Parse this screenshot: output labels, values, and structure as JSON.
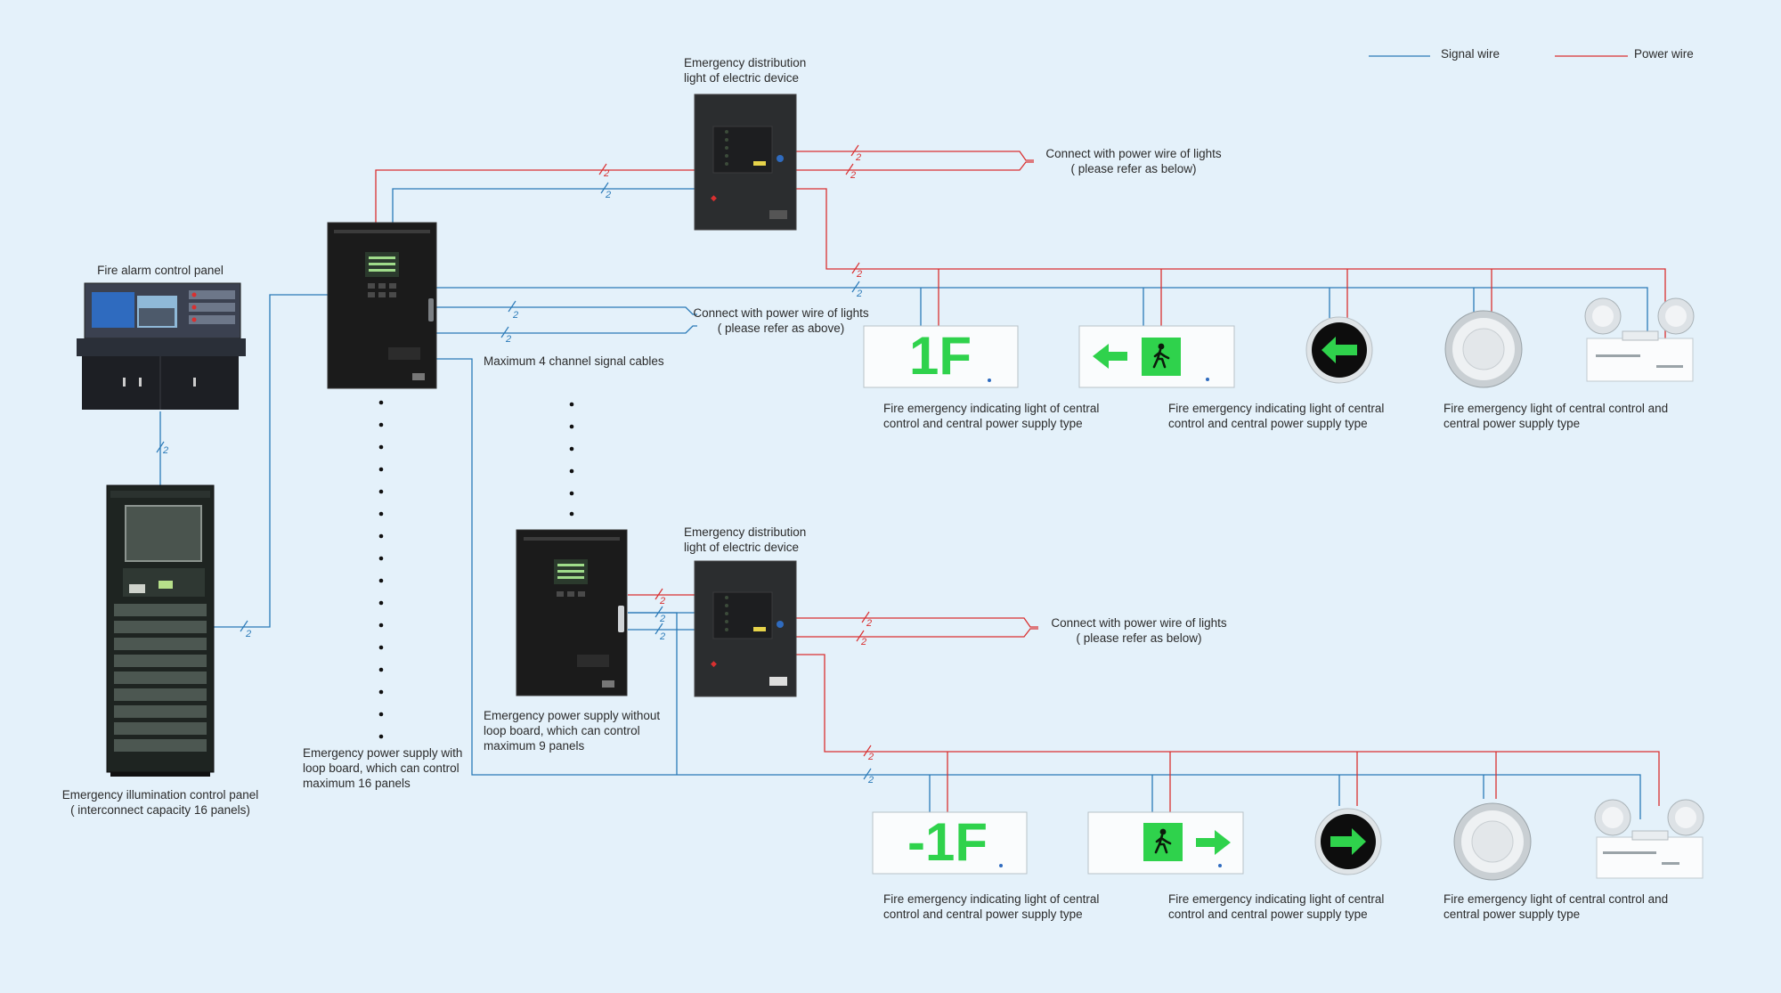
{
  "legend": {
    "signal_label": "Signal wire",
    "power_label": "Power wire",
    "signal_color": "#2a7ab8",
    "power_color": "#d93030"
  },
  "colors": {
    "background": "#e4f1fa",
    "sign_green": "#2fd24c",
    "device_body": "#1c1c1c"
  },
  "wire_mark": "2",
  "labels": {
    "fire_alarm_panel": "Fire alarm control panel",
    "illumination_panel": "Emergency illumination control panel\n( interconnect capacity 16 panels)",
    "eps_with_loop": "Emergency power supply with\nloop board, which can control\nmaximum 16 panels",
    "eps_without_loop": "Emergency power supply without\nloop board, which can control\nmaximum 9 panels",
    "max_channels": "Maximum 4 channel signal cables",
    "dist_top": "Emergency distribution\nlight of electric device",
    "dist_bottom": "Emergency distribution\nlight of electric device",
    "connect_top_dist": "Connect with power wire of lights\n( please refer as below)",
    "connect_eps": "Connect with power wire of lights\n( please refer as above)",
    "connect_bottom_dist": "Connect with power wire of lights\n( please refer as below)"
  },
  "rows": {
    "top": {
      "sign1_text": "1F",
      "sign1_caption": "Fire emergency indicating light of central\ncontrol and central power supply type",
      "sign2_caption": "Fire emergency indicating light of central\ncontrol and central power supply type",
      "light_caption": "Fire emergency light of central control and\ncentral power supply type"
    },
    "bottom": {
      "sign1_text": "-1F",
      "sign1_caption": "Fire emergency indicating light of central\ncontrol and central power supply type",
      "sign2_caption": "Fire emergency indicating light of central\ncontrol and central power supply type",
      "light_caption": "Fire emergency light of central control and\ncentral power supply type"
    }
  }
}
